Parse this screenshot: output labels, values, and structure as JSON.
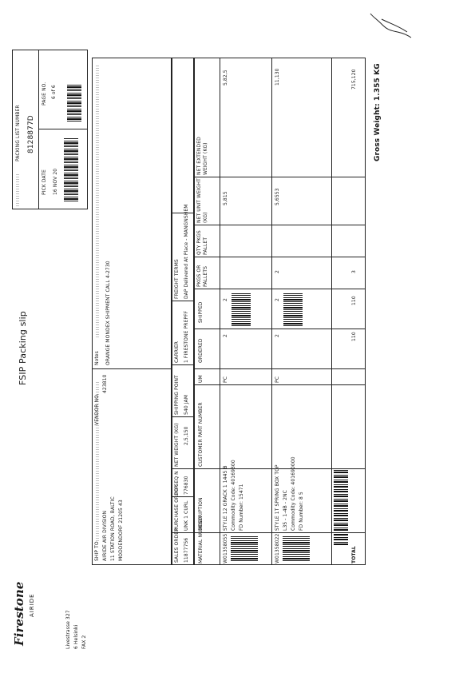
{
  "brand": {
    "name": "Firestone",
    "sub": "AIRIDE"
  },
  "sender": {
    "line1": "Livestrasse 327",
    "line2": "6 Helsinki",
    "line3": "FAX 2"
  },
  "doc_title": "FSIP Packing slip",
  "packing_list": {
    "label": "PACKING LIST NUMBER",
    "number": "8128877D",
    "pick_label": "PICK DATE",
    "pick_date": "16 NOV 20",
    "page_label": "PAGE NO.",
    "page_value": "6 of 6"
  },
  "ship_to": {
    "label": "SHIP TO",
    "line1": "AIRIDE AIR DIVISION",
    "line2": "11 STATION ROAD, BALTIC",
    "line3": "MODDENDORF 21205 43",
    "vendor_label": "VENDOR NO.",
    "vendor_no": "423810"
  },
  "notes": {
    "label": "Notes",
    "text": "ORANGE MONDEX SHIPMENT CALL 4-2730"
  },
  "header_row": {
    "sales_order_label": "SALES ORDER",
    "sales_order": "11877756",
    "po_label": "PURCHASE ORDER",
    "po": "UNK 1 CURL",
    "po_seq_label": "PO SEQ N",
    "po_seq": "776830",
    "net_weight_label": "NET WEIGHT (KG)",
    "net_weight": "2,5,150",
    "ship_point_label": "SHIPPING POINT",
    "ship_point": "540 JAM",
    "carrier_label": "CARRIER",
    "carrier": "1 FIRESTONE PREPFF",
    "freight_label": "FREIGHT TERMS",
    "freight": "DAP Delivered At Place - MANGNSHEM"
  },
  "columns": [
    "MATERIAL NUMBER",
    "DESCRIPTION",
    "CUSTOMER PART NUMBER",
    "UM",
    "ORDERED",
    "SHIPPED",
    "PKGS OR PALLETS",
    "QTY PKGS PALLET",
    "NET UNIT WEIGHT (KG)",
    "NET EXTENDED WEIGHT (KG)"
  ],
  "rows": [
    {
      "material": "W01358055",
      "desc1": "STYLE 12 GRACK 1 1445 B",
      "desc2": "Commodity Code: 40169300",
      "desc3": "FD Number: 15471",
      "um": "PC",
      "ordered": "2",
      "shipped": "2",
      "pkgs": "",
      "qty": "",
      "unit_weight": "5,815",
      "ext_weight": "5,82,5"
    },
    {
      "material": "W01358022",
      "desc1": "STYLE 1T SPRING BOX TOP",
      "desc2": "L35 - 1-4B - 2NC",
      "desc3": "Commodity Code: 401690000",
      "desc4": "FD Number: 8 5",
      "um": "PC",
      "ordered": "2",
      "shipped": "2",
      "pkgs": "2",
      "qty": "",
      "unit_weight": "5,6553",
      "ext_weight": "11,130"
    }
  ],
  "totals": {
    "label": "TOTAL",
    "ordered": "110",
    "shipped": "110",
    "pkgs": "3",
    "ext_weight": "715,120"
  },
  "gross_weight": "Gross Weight:    1.355 KG"
}
